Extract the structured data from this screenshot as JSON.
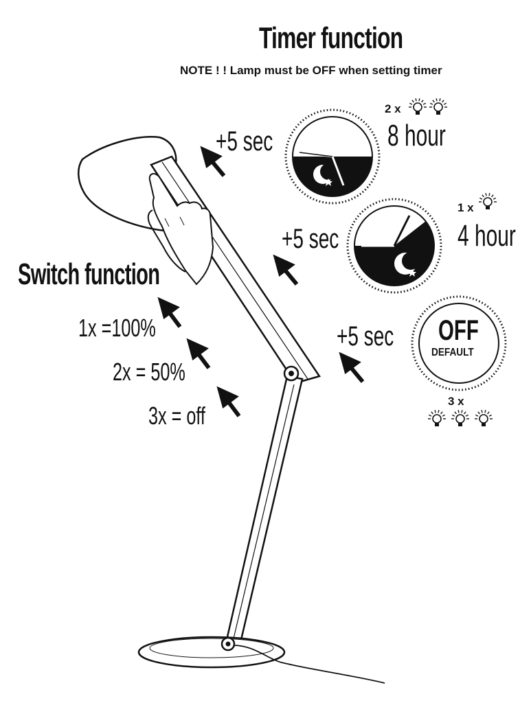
{
  "timer": {
    "title": "Timer function",
    "note": "NOTE ! ! Lamp must be OFF when setting timer",
    "steps": [
      {
        "press": "+5 sec",
        "hour": "8 hour",
        "count": "2 x",
        "bulbs": 2
      },
      {
        "press": "+5 sec",
        "hour": "4 hour",
        "count": "1 x",
        "bulbs": 1
      },
      {
        "press": "+5 sec",
        "off": "OFF",
        "default": "DEFAULT",
        "count": "3 x",
        "bulbs": 3
      }
    ]
  },
  "switch": {
    "title": "Switch function",
    "options": [
      "1x =100%",
      "2x = 50%",
      "3x = off"
    ]
  }
}
